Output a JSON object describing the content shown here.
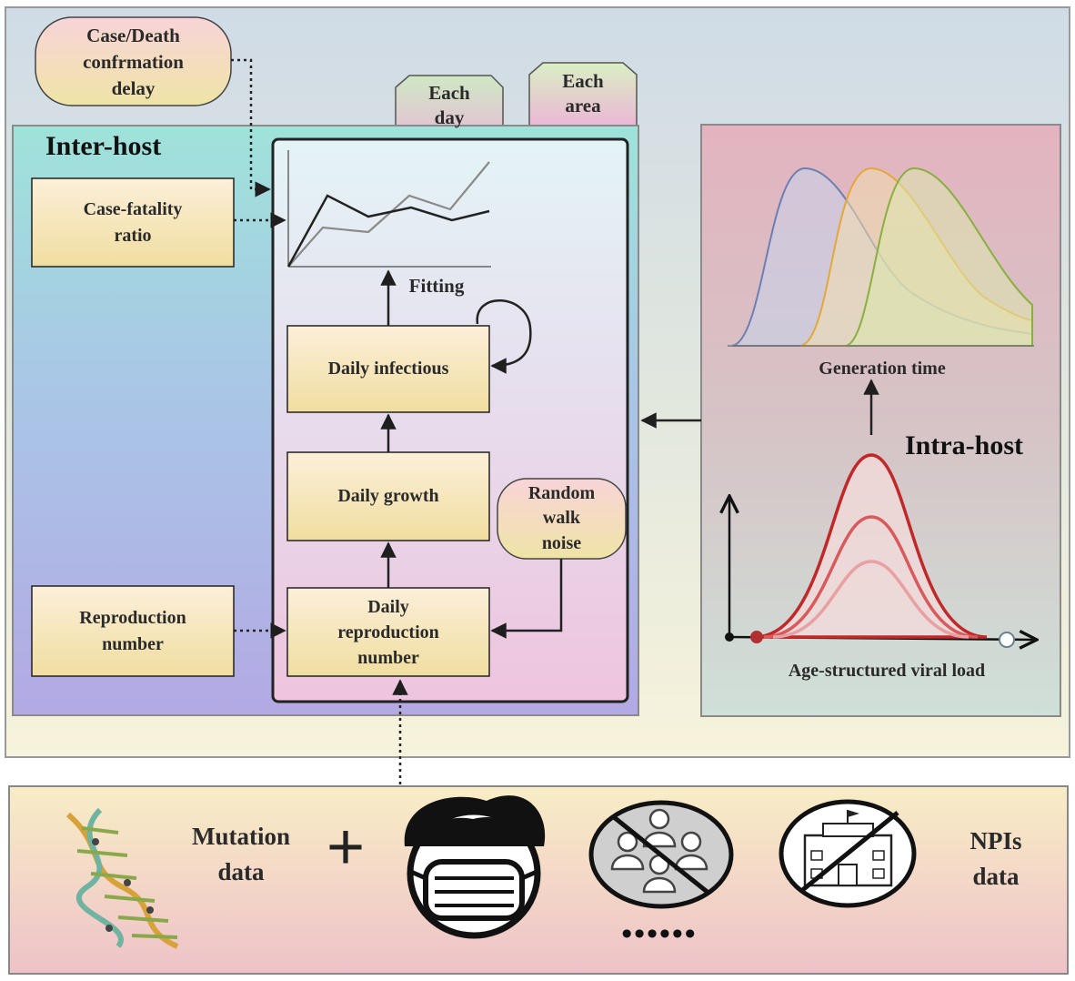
{
  "top_bubble": {
    "text": "Case/Death\nconfrmation\ndelay"
  },
  "tabs": {
    "each_day": "Each\nday",
    "each_area": "Each\narea"
  },
  "inter_host": {
    "title": "Inter-host",
    "case_fatality": "Case-fatality\nratio",
    "reproduction_number": "Reproduction\nnumber"
  },
  "model": {
    "fitting": "Fitting",
    "daily_infectious": "Daily infectious",
    "daily_growth": "Daily growth",
    "random_walk": "Random\nwalk\nnoise",
    "daily_reproduction": "Daily\nreproduction\nnumber"
  },
  "intra_host": {
    "title": "Intra-host",
    "generation_time": "Generation time",
    "viral_load": "Age-structured viral load"
  },
  "bottom": {
    "mutation": "Mutation\ndata",
    "plus": "+",
    "npis": "NPIs\ndata",
    "ellipsis": "••••••"
  },
  "colors": {
    "box_fill_top": "#fbf1d9",
    "box_fill_bottom": "#f0dca0",
    "red_curve": "#c0282a",
    "blue_curve": "#6c7fb0",
    "orange_curve": "#e3a73a",
    "green_curve": "#88b040"
  }
}
